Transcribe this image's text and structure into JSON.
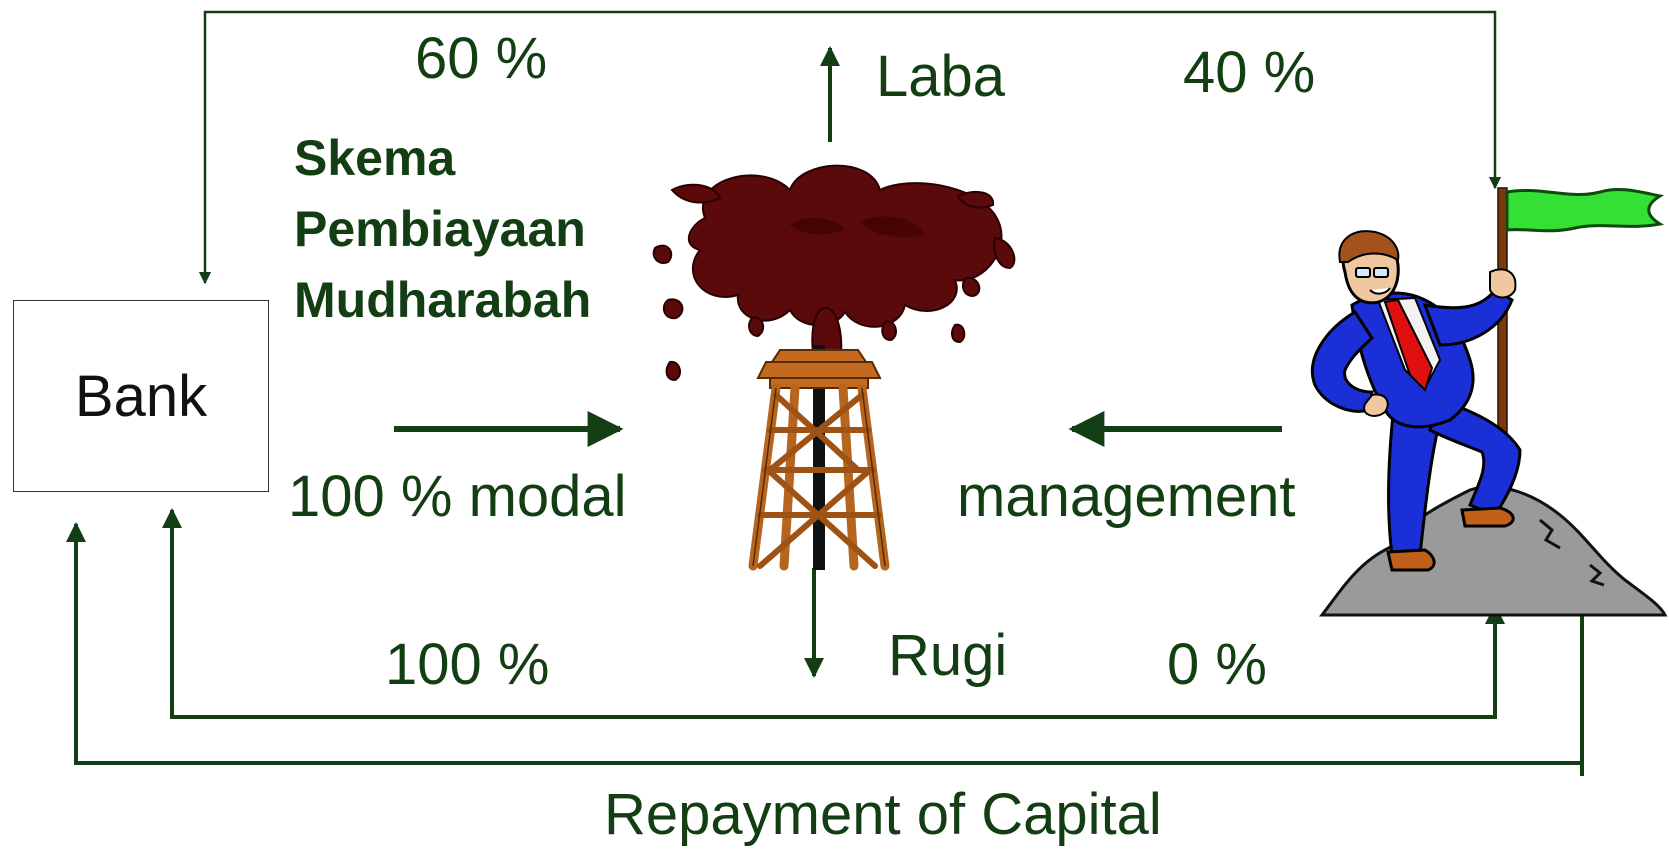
{
  "diagram": {
    "title_lines": [
      "Skema",
      "Pembiayaan",
      "Mudharabah"
    ],
    "bank_label": "Bank",
    "profit_label": "Laba",
    "loss_label": "Rugi",
    "bank_profit_share": "60 %",
    "manager_profit_share": "40 %",
    "bank_loss_share": "100 %",
    "manager_loss_share": "0 %",
    "capital_label": "100 % modal",
    "management_label": "management",
    "repayment_label": "Repayment of Capital"
  },
  "colors": {
    "arrow_green": "#133d13",
    "text_green": "#133d13",
    "oil": "#5a0a0a",
    "derrick": "#b5651d",
    "suit": "#1a2fd6",
    "tie": "#e01010",
    "flag": "#33e033",
    "rock": "#9a9a9a"
  },
  "icons": {
    "oil_rig": "oil-rig-gusher-icon",
    "entrepreneur": "businessman-with-flag-icon"
  }
}
